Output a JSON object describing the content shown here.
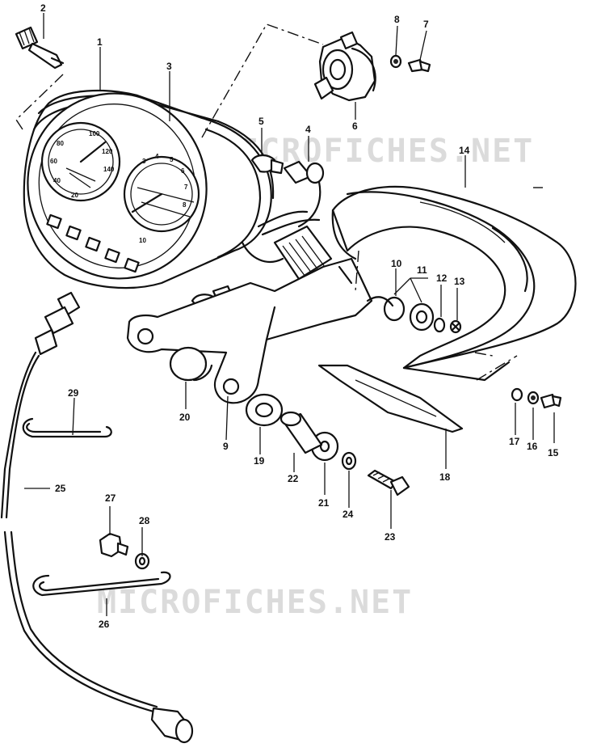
{
  "watermark": {
    "top": "MICROFICHES.NET",
    "bottom": "MICROFICHES.NET"
  },
  "callouts": [
    {
      "id": "c1",
      "label": "1"
    },
    {
      "id": "c2",
      "label": "2"
    },
    {
      "id": "c3",
      "label": "3"
    },
    {
      "id": "c4",
      "label": "4"
    },
    {
      "id": "c5",
      "label": "5"
    },
    {
      "id": "c6",
      "label": "6"
    },
    {
      "id": "c7",
      "label": "7"
    },
    {
      "id": "c8",
      "label": "8"
    },
    {
      "id": "c9",
      "label": "9"
    },
    {
      "id": "c10",
      "label": "10"
    },
    {
      "id": "c11",
      "label": "11"
    },
    {
      "id": "c12",
      "label": "12"
    },
    {
      "id": "c13",
      "label": "13"
    },
    {
      "id": "c14",
      "label": "14"
    },
    {
      "id": "c15",
      "label": "15"
    },
    {
      "id": "c16",
      "label": "16"
    },
    {
      "id": "c17",
      "label": "17"
    },
    {
      "id": "c18",
      "label": "18"
    },
    {
      "id": "c19",
      "label": "19"
    },
    {
      "id": "c20",
      "label": "20"
    },
    {
      "id": "c21",
      "label": "21"
    },
    {
      "id": "c22",
      "label": "22"
    },
    {
      "id": "c23",
      "label": "23"
    },
    {
      "id": "c24",
      "label": "24"
    },
    {
      "id": "c25",
      "label": "25"
    },
    {
      "id": "c26",
      "label": "26"
    },
    {
      "id": "c27",
      "label": "27"
    },
    {
      "id": "c28",
      "label": "28"
    },
    {
      "id": "c29",
      "label": "29"
    }
  ]
}
